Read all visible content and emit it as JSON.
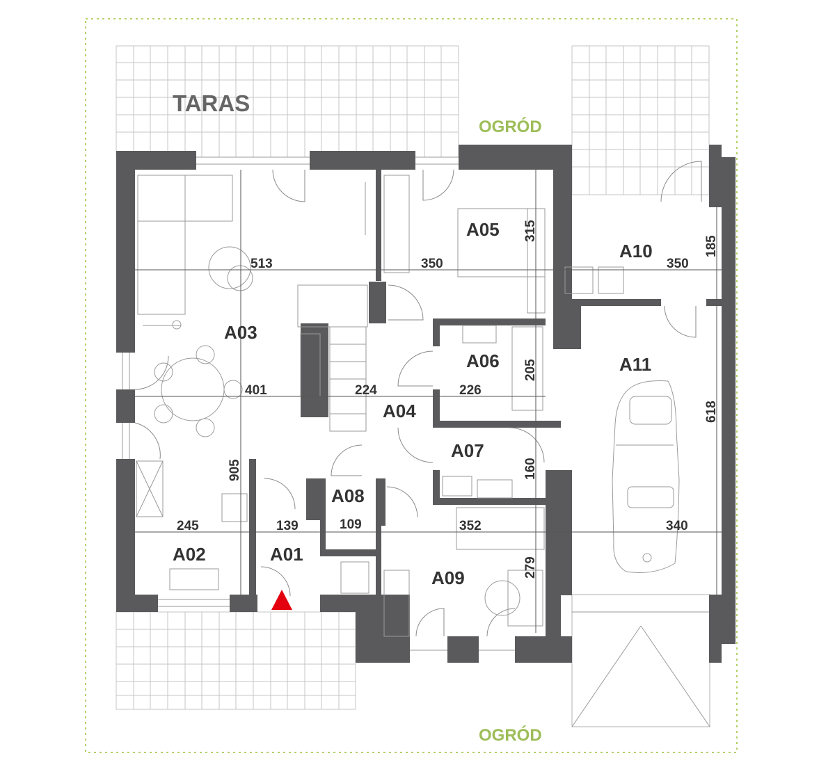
{
  "plan": {
    "outdoor_labels": {
      "terrace": "TARAS",
      "garden_top": "OGRÓD",
      "garden_bottom": "OGRÓD"
    },
    "rooms": {
      "a01": "A01",
      "a02": "A02",
      "a03": "A03",
      "a04": "A04",
      "a05": "A05",
      "a06": "A06",
      "a07": "A07",
      "a08": "A08",
      "a09": "A09",
      "a10": "A10",
      "a11": "A11"
    },
    "dimensions": {
      "d513": "513",
      "d350_a05": "350",
      "d315": "315",
      "d350_a10": "350",
      "d185": "185",
      "d401": "401",
      "d224": "224",
      "d226": "226",
      "d205": "205",
      "d618": "618",
      "d905": "905",
      "d160": "160",
      "d245": "245",
      "d139": "139",
      "d109": "109",
      "d352": "352",
      "d340": "340",
      "d279": "279"
    },
    "colors": {
      "wall": "#5a5a5c",
      "garden_text": "#9dbd58",
      "entrance_marker": "#e3000f",
      "boundary": "#b5d06a"
    },
    "entrance_marker_icon": "red-triangle-icon"
  }
}
